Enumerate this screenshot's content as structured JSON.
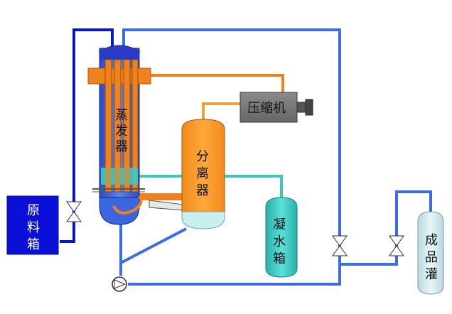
{
  "labels": {
    "raw_tank": [
      "原",
      "料",
      "箱"
    ],
    "evaporator": [
      "蒸",
      "发",
      "器"
    ],
    "separator": [
      "分",
      "离",
      "器"
    ],
    "compressor": "压缩机",
    "condensate_tank": [
      "凝",
      "水",
      "箱"
    ],
    "product_tank": [
      "成",
      "品",
      "灌"
    ]
  },
  "colors": {
    "dark_blue_pipe": "#0a14c8",
    "blue_pipe": "#3b6ee6",
    "orange": "#f0821e",
    "light_orange": "#f5a030",
    "teal": "#3cc8c0",
    "grey": "#7a7a7a",
    "raw_tank_fill": "#0a10d8"
  }
}
